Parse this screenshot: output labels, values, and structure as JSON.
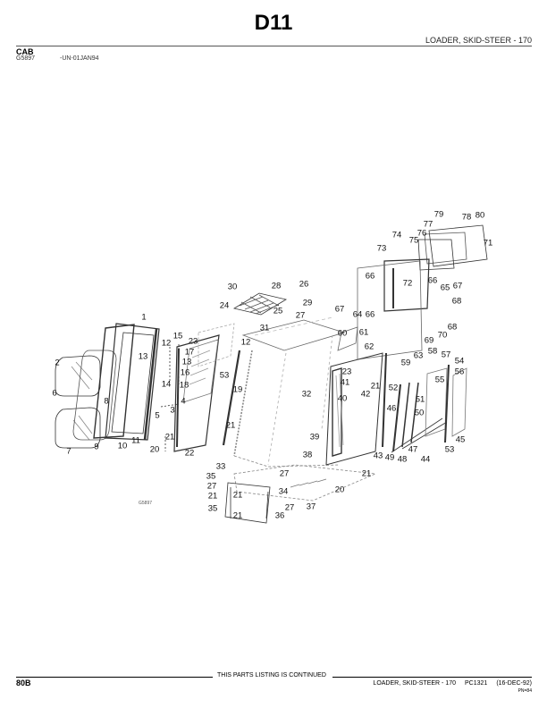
{
  "header": {
    "title": "D11",
    "subtitle": "LOADER, SKID-STEER - 170",
    "section": "CAB",
    "figure_id": "G5897",
    "figure_date": "-UN-01JAN94"
  },
  "diagram": {
    "figure_label": "G5897",
    "callouts": [
      "79",
      "78",
      "80",
      "77",
      "76",
      "74",
      "75",
      "71",
      "73",
      "66",
      "72",
      "66",
      "65",
      "67",
      "68",
      "67",
      "64",
      "66",
      "68",
      "60",
      "61",
      "69",
      "70",
      "62",
      "63",
      "58",
      "57",
      "54",
      "59",
      "56",
      "55",
      "23",
      "41",
      "21",
      "52",
      "51",
      "42",
      "40",
      "46",
      "50",
      "45",
      "53",
      "47",
      "44",
      "43",
      "49",
      "48",
      "21",
      "20",
      "1",
      "2",
      "13",
      "12",
      "15",
      "23",
      "17",
      "13",
      "16",
      "14",
      "18",
      "6",
      "8",
      "4",
      "3",
      "5",
      "7",
      "9",
      "10",
      "11",
      "21",
      "20",
      "22",
      "53",
      "19",
      "12",
      "30",
      "28",
      "26",
      "29",
      "24",
      "25",
      "27",
      "31",
      "21",
      "32",
      "39",
      "38",
      "33",
      "35",
      "27",
      "21",
      "35",
      "21",
      "27",
      "34",
      "27",
      "36",
      "37",
      "21"
    ]
  },
  "footer": {
    "continued": "THIS PARTS LISTING IS CONTINUED",
    "page": "80B",
    "model": "LOADER, SKID-STEER - 170",
    "catalog": "PC1321",
    "date": "(16-DEC-92)",
    "pn": "PN=84"
  }
}
